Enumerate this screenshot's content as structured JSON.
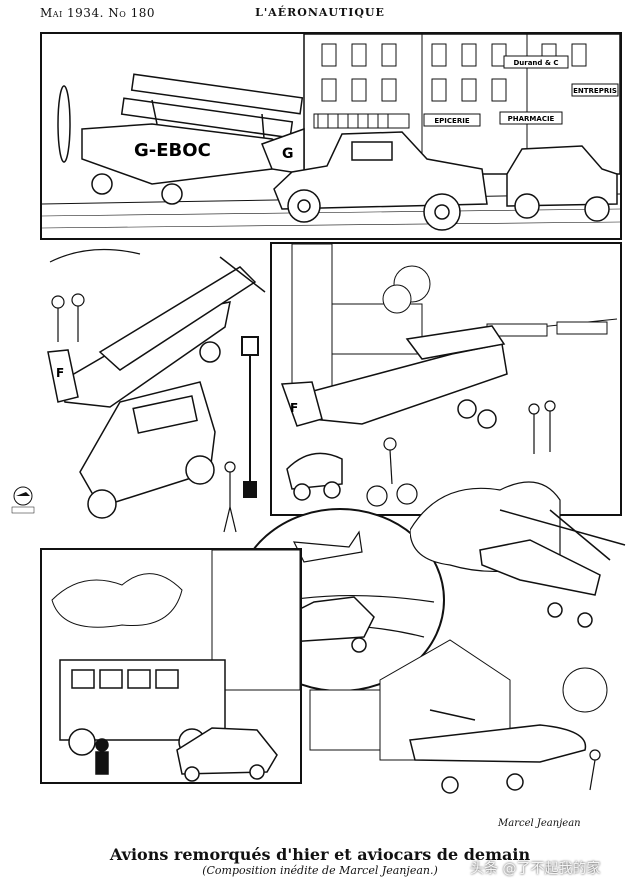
{
  "header": {
    "issue": "Mai 1934. No 180",
    "magazine": "L'AÉRONAUTIQUE"
  },
  "panel1": {
    "registration": "G-EBOC",
    "tail_letter": "G",
    "shop_signs": [
      "Durand & C",
      "ENTREPRIS",
      "EPICERIE",
      "PHARMACIE"
    ]
  },
  "panel2": {
    "tail_letter": "F"
  },
  "panel3": {
    "tail_letter": "F"
  },
  "caption": {
    "title": "Avions remorqués d'hier et aviocars de demain",
    "subtitle": "(Composition inédite de Marcel Jeanjean.)"
  },
  "signature": "Marcel Jeanjean",
  "watermark": "头条 @了不起我的家"
}
